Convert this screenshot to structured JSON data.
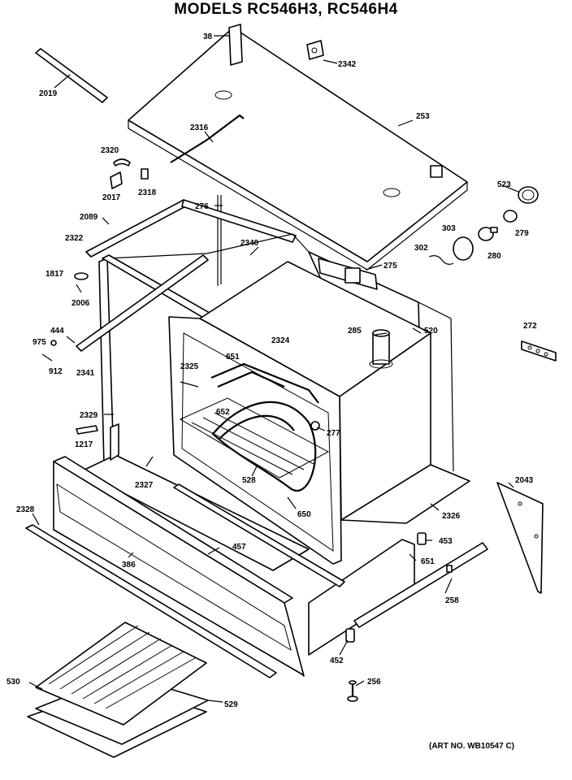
{
  "header": {
    "title": "MODELS RC546H3, RC546H4"
  },
  "footer": {
    "art_no": "(ART NO. WB10547 C)"
  },
  "callouts": {
    "c38": "38",
    "c2342": "2342",
    "c2019": "2019",
    "c253": "253",
    "c2316": "2316",
    "c2320": "2320",
    "c2017": "2017",
    "c2318": "2318",
    "c276": "276",
    "c2089": "2089",
    "c523": "523",
    "c279": "279",
    "c2322": "2322",
    "c2340": "2340",
    "c303": "303",
    "c302": "302",
    "c280": "280",
    "c275": "275",
    "c1817": "1817",
    "c2006": "2006",
    "c285": "285",
    "c520": "520",
    "c272": "272",
    "c444": "444",
    "c975": "975",
    "c2324": "2324",
    "c2325": "2325",
    "c651a": "651",
    "c912": "912",
    "c2341": "2341",
    "c652": "652",
    "c2329": "2329",
    "c277": "277",
    "c1217": "1217",
    "c2327": "2327",
    "c528": "528",
    "c2043": "2043",
    "c650": "650",
    "c2326": "2326",
    "c2328": "2328",
    "c457": "457",
    "c453": "453",
    "c386": "386",
    "c651b": "651",
    "c258": "258",
    "c452": "452",
    "c256": "256",
    "c530": "530",
    "c529": "529"
  }
}
